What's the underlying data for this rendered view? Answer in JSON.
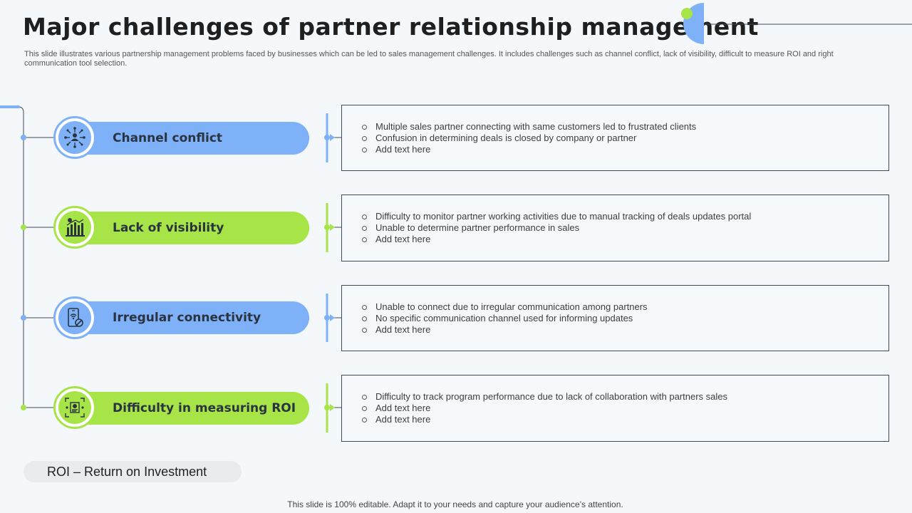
{
  "title": "Major challenges of partner relationship management",
  "subtitle": "This slide illustrates various partnership management problems faced by businesses which can be led to sales management challenges. It includes challenges such as channel conflict, lack of visibility, difficult to measure ROI and right communication tool selection.",
  "colors": {
    "blue": "#7eb1f7",
    "green": "#a6e448",
    "dark": "#3f4a57"
  },
  "challenges": [
    {
      "label": "Channel conflict",
      "icon": "network-person-icon",
      "color": "blue",
      "points": [
        "Multiple sales partner connecting with same customers led to frustrated clients",
        "Confusion in determining deals is closed by company or partner",
        "Add text here"
      ]
    },
    {
      "label": "Lack of visibility",
      "icon": "bar-chart-icon",
      "color": "green",
      "points": [
        "Difficulty to monitor partner working activities due to manual tracking of deals updates portal",
        "Unable to determine partner performance in sales",
        "Add text here"
      ]
    },
    {
      "label": "Irregular connectivity",
      "icon": "phone-no-signal-icon",
      "color": "blue",
      "points": [
        "Unable to connect due to irregular communication among partners",
        "No specific communication channel used for informing updates",
        "Add text here"
      ]
    },
    {
      "label": "Difficulty in measuring ROI",
      "icon": "roi-document-icon",
      "color": "green",
      "points": [
        "Difficulty to track program performance due to lack of collaboration with partners sales",
        "Add text here",
        "Add text here"
      ]
    }
  ],
  "roi_note": "ROI – Return on Investment",
  "footer": "This slide is 100% editable. Adapt it to your needs and capture your audience’s attention."
}
